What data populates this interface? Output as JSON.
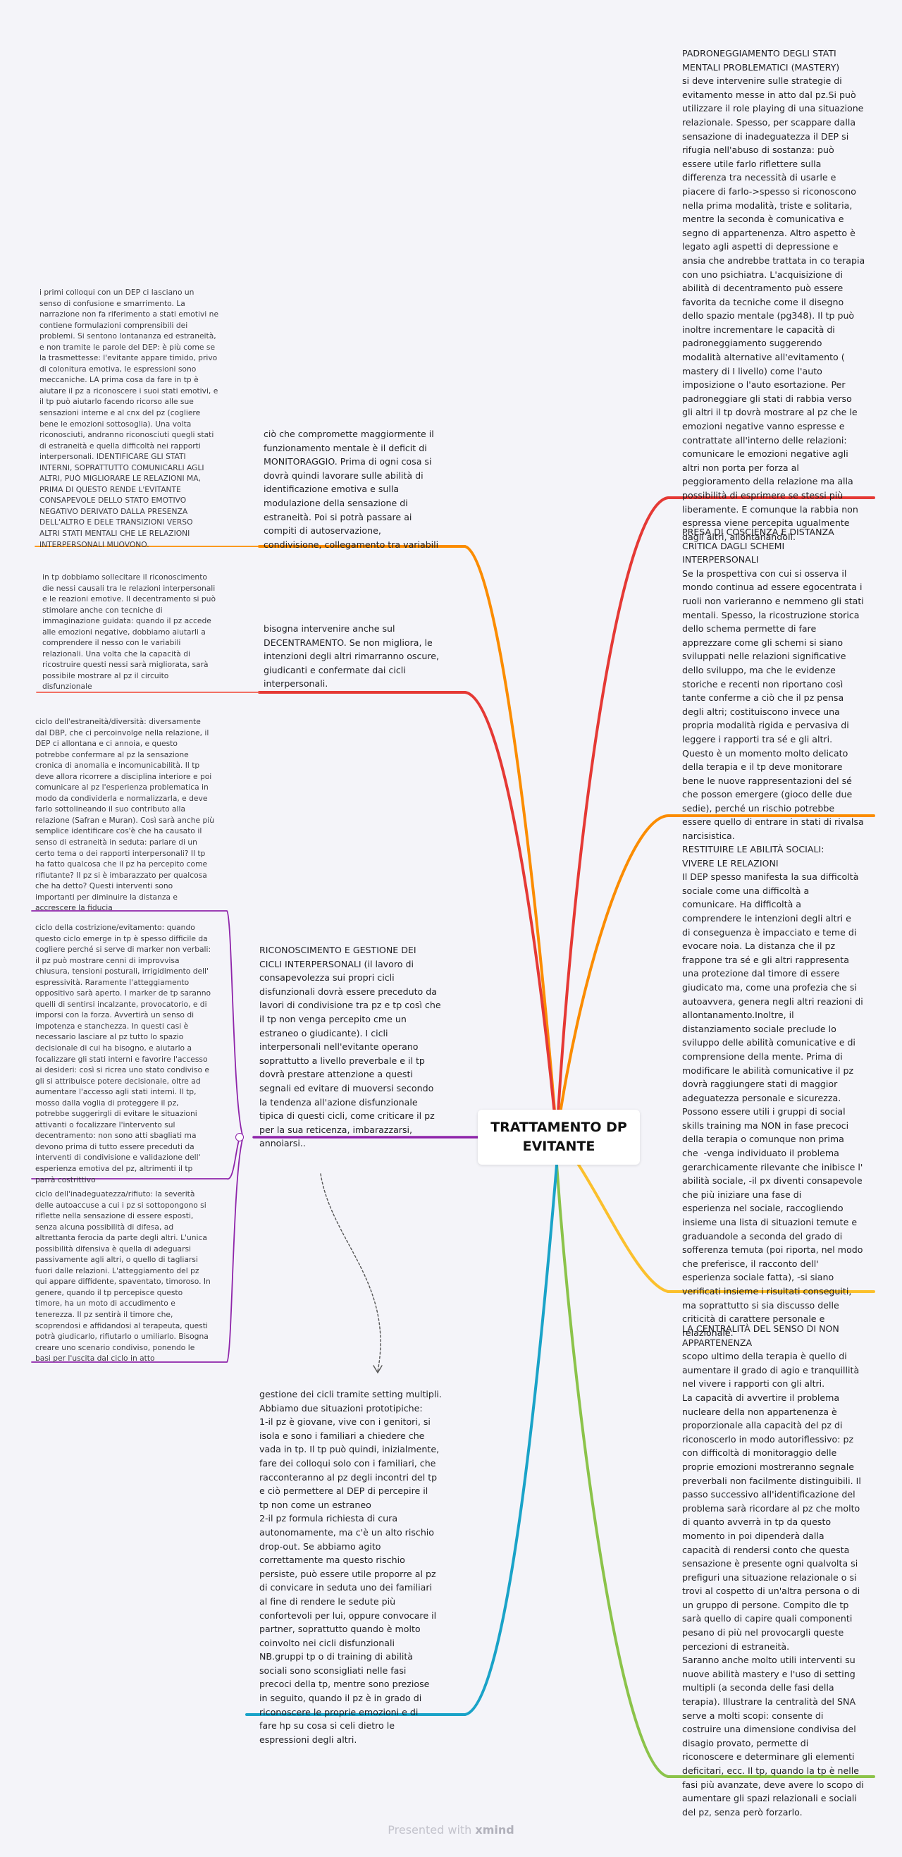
{
  "central_topic": "TRATTAMENTO DP\nEVITANTE",
  "topics": {
    "padroneggiamento": "PADRONEGGIAMENTO DEGLI STATI\nMENTALI PROBLEMATICI (MASTERY)\nsi deve intervenire sulle strategie di\nevitamento messe in atto dal pz.Si può\nutilizzare il role playing di una situazione\nrelazionale. Spesso, per scappare dalla\nsensazione di inadeguatezza il DEP si\nrifugia nell'abuso di sostanza: può\nessere utile farlo riflettere sulla\ndifferenza tra necessità di usarle e\npiacere di farlo->spesso si riconoscono\nnella prima modalità, triste e solitaria,\nmentre la seconda è comunicativa e\nsegno di appartenenza. Altro aspetto è\nlegato agli aspetti di depressione e\nansia che andrebbe trattata in co terapia\ncon uno psichiatra. L'acquisizione di\nabilità di decentramento può essere\nfavorita da tecniche come il disegno\ndello spazio mentale (pg348). Il tp può\ninoltre incrementare le capacità di\npadroneggiamento suggerendo\nmodalità alternative all'evitamento (\nmastery di I livello) come l'auto\nimposizione o l'auto esortazione. Per\npadroneggiare gli stati di rabbia verso\ngli altri il tp dovrà mostrare al pz che le\nemozioni negative vanno espresse e\ncontrattate all'interno delle relazioni:\ncomunicare le emozioni negative agli\naltri non porta per forza al\npeggioramento della relazione ma alla\npossibilità di esprimere se stessi più\nliberamente. E comunque la rabbia non\nespressa viene percepita ugualmente\ndagli altri, allontanandoli.",
    "presa_coscienza": "PRESA DI COSCIENZA E DISTANZA\nCRITICA DAGLI SCHEMI\nINTERPERSONALI\nSe la prospettiva con cui si osserva il\nmondo continua ad essere egocentrata i\nruoli non varieranno e nemmeno gli stati\nmentali. Spesso, la ricostruzione storica\ndello schema permette di fare\napprezzare come gli schemi si siano\nsviluppati nelle relazioni significative\ndello sviluppo, ma che le evidenze\nstoriche e recenti non riportano così\ntante conferme a ciò che il pz pensa\ndegli altri; costituiscono invece una\npropria modalità rigida e pervasiva di\nleggere i rapporti tra sé e gli altri.\nQuesto è un momento molto delicato\ndella terapia e il tp deve monitorare\nbene le nuove rappresentazioni del sé\nche posson emergere (gioco delle due\nsedie), perché un rischio potrebbe\nessere quello di entrare in stati di rivalsa\nnarcisistica.",
    "abilita_sociali": "RESTITUIRE LE ABILITÀ SOCIALI:\nVIVERE LE RELAZIONI\nIl DEP spesso manifesta la sua difficoltà\nsociale come una difficoltà a\ncomunicare. Ha difficoltà a\ncomprendere le intenzioni degli altri e\ndi conseguenza è impacciato e teme di\nevocare noia. La distanza che il pz\nfrappone tra sé e gli altri rappresenta\nuna protezione dal timore di essere\ngiudicato ma, come una profezia che si\nautoavvera, genera negli altri reazioni di\nallontanamento.Inoltre, il\ndistanziamento sociale preclude lo\nsviluppo delle abilità comunicative e di\ncomprensione della mente. Prima di\nmodificare le abilità comunicative il pz\ndovrà raggiungere stati di maggior\nadeguatezza personale e sicurezza.\nPossono essere utili i gruppi di social\nskills training ma NON in fase precoci\ndella terapia o comunque non prima\nche  -venga individuato il problema\ngerarchicamente rilevante che inibisce l'\nabilità sociale, -il px diventi consapevole\nche più iniziare una fase di\nesperienza nel sociale, raccogliendo\ninsieme una lista di situazioni temute e\ngraduandole a seconda del grado di\nsofferenza temuta (poi riporta, nel modo\nche preferisce, il racconto dell'\nesperienza sociale fatta), -si siano\nverificati insieme i risultati conseguiti,\nma soprattutto si sia discusso delle\ncriticità di carattere personale e\nrelazionale.",
    "centralita": "LA CENTRALITÀ DEL SENSO DI NON\nAPPARTENENZA\nscopo ultimo della terapia è quello di\naumentare il grado di agio e tranquillità\nnel vivere i rapporti con gli altri.\nLa capacità di avvertire il problema\nnucleare della non appartenenza è\nproporzionale alla capacità del pz di\nriconoscerlo in modo autoriflessivo: pz\ncon difficoltà di monitoraggio delle\nproprie emozioni mostreranno segnale\npreverbali non facilmente distinguibili. Il\npasso successivo all'identificazione del\nproblema sarà ricordare al pz che molto\ndi quanto avverrà in tp da questo\nmomento in poi dipenderà dalla\ncapacità di rendersi conto che questa\nsensazione è presente ogni qualvolta si\nprefiguri una situazione relazionale o si\ntrovi al cospetto di un'altra persona o di\nun gruppo di persone. Compito dle tp\nsarà quello di capire quali componenti\npesano di più nel provocargli queste\npercezioni di estraneità.\nSaranno anche molto utili interventi su\nnuove abilità mastery e l'uso di setting\nmultipli (a seconda delle fasi della\nterapia). Illustrare la centralità del SNA\nserve a molti scopi: consente di\ncostruire una dimensione condivisa del\ndisagio provato, permette di\nriconoscere e determinare gli elementi\ndeficitari, ecc. Il tp, quando la tp è nelle\nfasi più avanzate, deve avere lo scopo di\naumentare gli spazi relazionali e sociali\ndel pz, senza però forzarlo.",
    "monitoraggio": "ciò che compromette maggiormente il\nfunzionamento mentale è il deficit di\nMONITORAGGIO. Prima di ogni cosa si\ndovrà quindi lavorare sulle abilità di\nidentificazione emotiva e sulla\nmodulazione della sensazione di\nestraneità. Poi si potrà passare ai\ncompiti di autoservazione,\ncondivisione, collegamento tra variabili",
    "decentramento": "bisogna intervenire anche sul\nDECENTRAMENTO. Se non migliora, le\nintenzioni degli altri rimarranno oscure,\ngiudicanti e confermate dai cicli\ninterpersonali.",
    "cicli": "RICONOSCIMENTO E GESTIONE DEI\nCICLI INTERPERSONALI (il lavoro di\nconsapevolezza sui propri cicli\ndisfunzionali dovrà essere preceduto da\nlavori di condivisione tra pz e tp così che\nil tp non venga percepito cme un\nestraneo o giudicante). I cicli\ninterpersonali nell'evitante operano\nsoprattutto a livello preverbale e il tp\ndovrà prestare attenzione a questi\nsegnali ed evitare di muoversi secondo\nla tendenza all'azione disfunzionale\ntipica di questi cicli, come criticare il pz\nper la sua reticenza, imbarazzarsi,\nannoiarsi..",
    "setting": "gestione dei cicli tramite setting multipli.\nAbbiamo due situazioni prototipiche:\n1-il pz è giovane, vive con i genitori, si\nisola e sono i familiari a chiedere che\nvada in tp. Il tp può quindi, inizialmente,\nfare dei colloqui solo con i familiari, che\nracconteranno al pz degli incontri del tp\ne ciò permettere al DEP di percepire il\ntp non come un estraneo\n2-il pz formula richiesta di cura\nautonomamente, ma c'è un alto rischio\ndrop-out. Se abbiamo agito\ncorrettamente ma questo rischio\npersiste, può essere utile proporre al pz\ndi convicare in seduta uno dei familiari\nal fine di rendere le sedute più\nconfortevoli per lui, oppure convocare il\npartner, soprattutto quando è molto\ncoinvolto nei cicli disfunzionali\nNB.gruppi tp o di training di abilità\nsociali sono sconsigliati nelle fasi\nprecoci della tp, mentre sono preziose\nin seguito, quando il pz è in grado di\nriconoscere le proprie emozioni e di\nfare hp su cosa si celi dietro le\nespressioni degli altri.",
    "primi_colloqui": "i primi colloqui con un DEP ci lasciano un\nsenso di confusione e smarrimento. La\nnarrazione non fa riferimento a stati emotivi ne\ncontiene formulazioni comprensibili dei\nproblemi. Si sentono lontananza ed estraneità,\ne non tramite le parole del DEP: è più come se\nla trasmettesse: l'evitante appare timido, privo\ndi colonitura emotiva, le espressioni sono\nmeccaniche. LA prima cosa da fare in tp è\naiutare il pz a riconoscere i suoi stati emotivi, e\nil tp può aiutarlo facendo ricorso alle sue\nsensazioni interne e al cnx del pz (cogliere\nbene le emozioni sottosoglia). Una volta\nriconosciuti, andranno riconosciuti quegli stati\ndi estraneità e quella difficoltà nei rapporti\ninterpersonali. IDENTIFICARE GLI STATI\nINTERNI, SOPRATTUTTO COMUNICARLI AGLI\nALTRI, PUÒ MIGLIORARE LE RELAZIONI MA,\nPRIMA DI QUESTO RENDE L'EVITANTE\nCONSAPEVOLE DELLO STATO EMOTIVO\nNEGATIVO DERIVATO DALLA PRESENZA\nDELL'ALTRO E DELE TRANSIZIONI VERSO\nALTRI STATI MENTALI CHE LE RELAZIONI\nINTERPERSONALI MUOVONO.",
    "in_tp": "in tp dobbiamo sollecitare il riconoscimento\ndie nessi causali tra le relazioni interpersonali\ne le reazioni emotive. Il decentramento si può\nstimolare anche con tecniche di\nimmaginazione guidata: quando il pz accede\nalle emozioni negative, dobbiamo aiutarli a\ncomprendere il nesso con le variabili\nrelazionali. Una volta che la capacità di\nricostruire questi nessi sarà migliorata, sarà\npossibile mostrare al pz il circuito\ndisfunzionale",
    "ciclo_estraneita": "ciclo dell'estraneità/diversità: diversamente\ndal DBP, che ci percoinvolge nella relazione, il\nDEP ci allontana e ci annoia, e questo\npotrebbe confermare al pz la sensazione\ncronica di anomalia e incomunicabilità. Il tp\ndeve allora ricorrere a disciplina interiore e poi\ncomunicare al pz l'esperienza problematica in\nmodo da condividerla e normalizzarla, e deve\nfarlo sottolineando il suo contributo alla\nrelazione (Safran e Muran). Così sarà anche più\nsemplice identificare cos'è che ha causato il\nsenso di estraneità in seduta: parlare di un\ncerto tema o dei rapporti interpersonali? Il tp\nha fatto qualcosa che il pz ha percepito come\nrifiutante? Il pz si è imbarazzato per qualcosa\nche ha detto? Questi interventi sono\nimportanti per diminuire la distanza e\naccrescere la fiducia",
    "ciclo_costrizione": "ciclo della costrizione/evitamento: quando\nquesto ciclo emerge in tp è spesso difficile da\ncogliere perché si serve di marker non verbali:\nil pz può mostrare cenni di improvvisa\nchiusura, tensioni posturali, irrigidimento dell'\nespressività. Raramente l'atteggiamento\noppositivo sarà aperto. I marker de tp saranno\nquelli di sentirsi incalzante, provocatorio, e di\nimporsi con la forza. Avvertirà un senso di\nimpotenza e stanchezza. In questi casi è\nnecessario lasciare al pz tutto lo spazio\ndecisionale di cui ha bisogno, e aiutarlo a\nfocalizzare gli stati interni e favorire l'accesso\nai desideri: così si ricrea uno stato condiviso e\ngli si attribuisce potere decisionale, oltre ad\naumentare l'accesso agli stati interni. Il tp,\nmosso dalla voglia di proteggere il pz,\npotrebbe suggerirgli di evitare le situazioni\nattivanti o focalizzare l'intervento sul\ndecentramento: non sono atti sbagliati ma\ndevono prima di tutto essere preceduti da\ninterventi di condivisione e validazione dell'\nesperienza emotiva del pz, altrimenti il tp\nparrà costrittivo",
    "ciclo_inadeguatezza": "ciclo dell'inadeguatezza/rifiuto: la severità\ndelle autoaccuse a cui i pz si sottopongono si\nriflette nella sensazione di essere esposti,\nsenza alcuna possibilità di difesa, ad\naltrettanta ferocia da parte degli altri. L'unica\npossibilità difensiva è quella di adeguarsi\npassivamente agli altri, o quello di tagliarsi\nfuori dalle relazioni. L'atteggiamento del pz\nqui appare diffidente, spaventato, timoroso. In\ngenere, quando il tp percepisce questo\ntimore, ha un moto di accudimento e\ntenerezza. Il pz sentirà il timore che,\nscoprendosi e affidandosi al terapeuta, questi\npotrà giudicarlo, rifiutarlo o umiliarlo. Bisogna\ncreare uno scenario condiviso, ponendo le\nbasi per l'uscita dal ciclo in atto"
  },
  "branch_colors": {
    "red": "#e53935",
    "orange": "#fb8c00",
    "yellow": "#fbc02d",
    "green": "#8bc34a",
    "blue": "#1aa3c8",
    "purple": "#8e24aa",
    "coral": "#f25c4f"
  },
  "footer": {
    "prefix": "Presented with",
    "brand": "xmind"
  }
}
